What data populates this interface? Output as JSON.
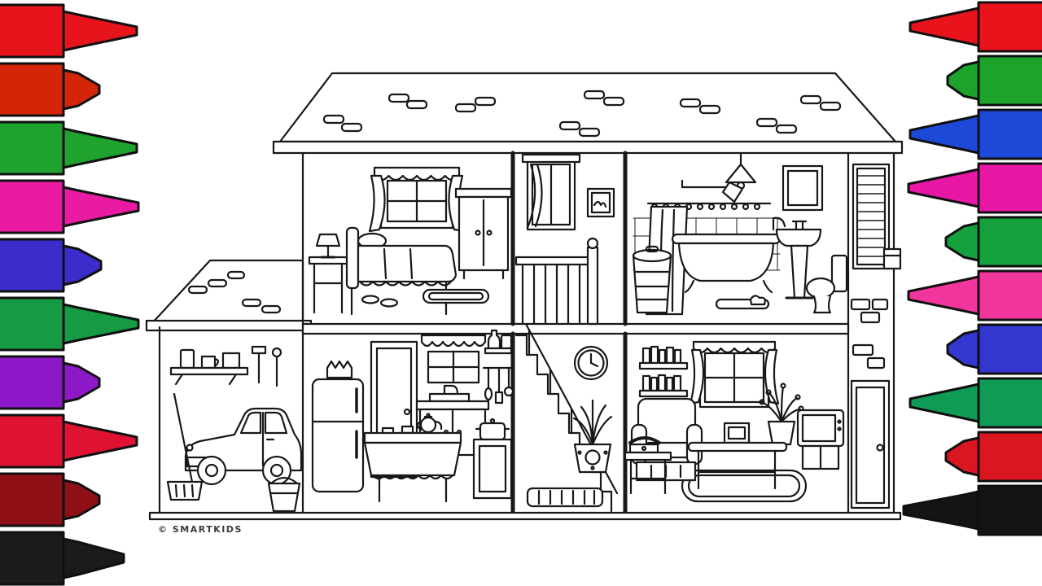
{
  "watermark": "© SMARTKIDS",
  "scene": {
    "type": "coloring-page illustration",
    "subject": "dollhouse cross-section line drawing",
    "rooms": [
      "bedroom",
      "upstairs hallway",
      "bathroom",
      "garage",
      "kitchen",
      "staircase hall",
      "living room"
    ]
  },
  "ink": {
    "line": "#181818",
    "paper": "#ffffff"
  },
  "markers": {
    "left": [
      {
        "name": "red marker",
        "color": "#e8141b"
      },
      {
        "name": "scarlet marker",
        "color": "#d42508"
      },
      {
        "name": "green marker",
        "color": "#1fa22e"
      },
      {
        "name": "magenta marker",
        "color": "#ea1ba2"
      },
      {
        "name": "indigo marker",
        "color": "#3c2ccc"
      },
      {
        "name": "green marker",
        "color": "#169a43"
      },
      {
        "name": "purple marker",
        "color": "#8d18c8"
      },
      {
        "name": "crimson marker",
        "color": "#e01232"
      },
      {
        "name": "maroon marker",
        "color": "#8f1016"
      },
      {
        "name": "black marker",
        "color": "#1b1b1b"
      }
    ],
    "right": [
      {
        "name": "red marker",
        "color": "#e8131b"
      },
      {
        "name": "green marker",
        "color": "#1ca32b"
      },
      {
        "name": "blue marker",
        "color": "#1d49d8"
      },
      {
        "name": "magenta marker",
        "color": "#e817a6"
      },
      {
        "name": "green marker",
        "color": "#14a03c"
      },
      {
        "name": "pink marker",
        "color": "#f0369d"
      },
      {
        "name": "indigo marker",
        "color": "#3336cf"
      },
      {
        "name": "teal green marker",
        "color": "#0f9a55"
      },
      {
        "name": "red marker",
        "color": "#da1620"
      },
      {
        "name": "black marker",
        "color": "#141414"
      }
    ]
  }
}
